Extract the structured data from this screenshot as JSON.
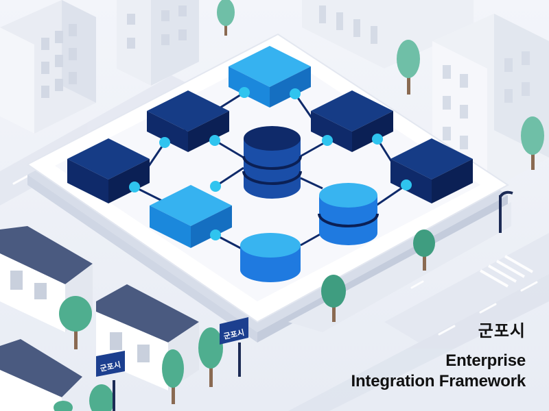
{
  "brand": {
    "city_name": "군포시",
    "title_line1": "Enterprise",
    "title_line2": "Integration Framework"
  },
  "signs": [
    {
      "text": "군포시"
    },
    {
      "text": "군포시"
    }
  ],
  "colors": {
    "dark_navy": "#0f2a6a",
    "mid_blue": "#1f6fe0",
    "light_blue": "#38b4f0",
    "cyan_node": "#2fc4ef",
    "background": "#f1f3f8",
    "platform": "#ffffff",
    "tree": "#5fb39b",
    "roof": "#4a5a80"
  },
  "icons": [
    "server-block-icon",
    "database-cylinder-icon",
    "connector-node-icon",
    "tree-icon",
    "house-icon",
    "street-sign-icon"
  ]
}
